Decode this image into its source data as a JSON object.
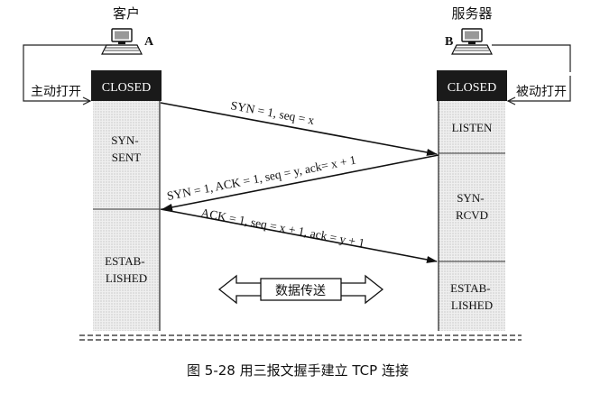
{
  "client": {
    "title": "客户",
    "host_label": "A",
    "open_label": "主动打开",
    "initial_state": "CLOSED",
    "states": [
      "SYN-\nSENT",
      "ESTAB-\nLISHED"
    ]
  },
  "server": {
    "title": "服务器",
    "host_label": "B",
    "open_label": "被动打开",
    "initial_state": "CLOSED",
    "states": [
      "LISTEN",
      "SYN-\nRCVD",
      "ESTAB-\nLISHED"
    ]
  },
  "messages": [
    "SYN = 1, seq = x",
    "SYN = 1, ACK = 1, seq = y, ack= x + 1",
    "ACK = 1, seq = x + 1, ack = y + 1"
  ],
  "data_transfer_label": "数据传送",
  "caption": "图 5-28  用三报文握手建立 TCP 连接",
  "colors": {
    "timeline_fill": "#e6e6e6",
    "closed_box": "#1a1a1a",
    "ink": "#111111"
  },
  "icons": [
    "computer-icon-client",
    "computer-icon-server"
  ]
}
